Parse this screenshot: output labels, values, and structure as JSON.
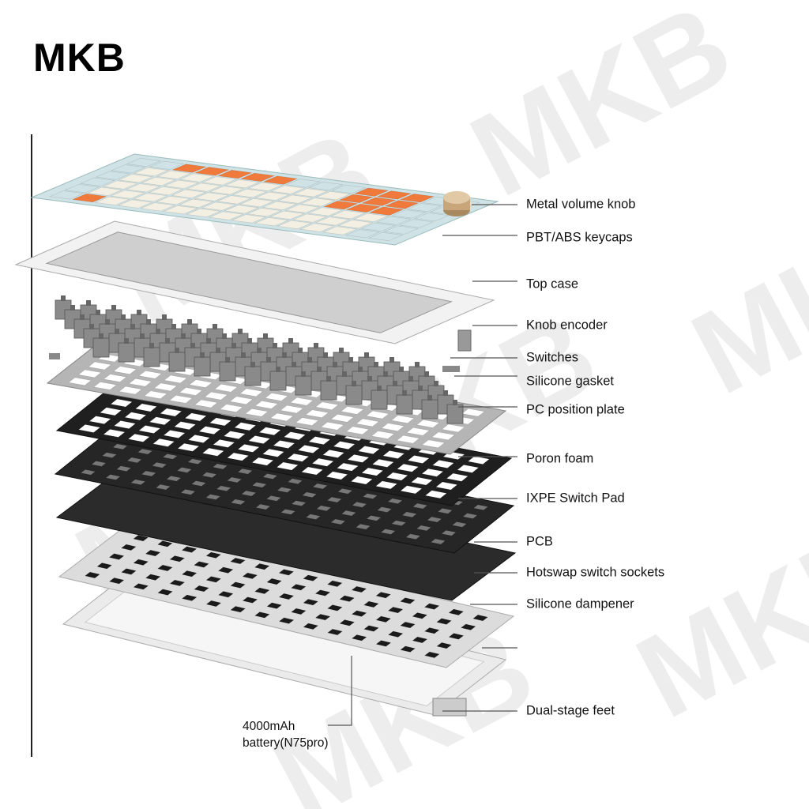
{
  "brand": {
    "logo": "MKB",
    "watermark": "MKB"
  },
  "labels": [
    {
      "id": "metal-volume-knob",
      "text": "Metal volume knob"
    },
    {
      "id": "keycaps",
      "text": "PBT/ABS keycaps"
    },
    {
      "id": "top-case",
      "text": "Top case"
    },
    {
      "id": "knob-encoder",
      "text": "Knob encoder"
    },
    {
      "id": "switches",
      "text": "Switches"
    },
    {
      "id": "silicone-gasket",
      "text": "Silicone gasket"
    },
    {
      "id": "pc-position-plate",
      "text": "PC position plate"
    },
    {
      "id": "poron-foam",
      "text": "Poron foam"
    },
    {
      "id": "ixpe-switch-pad",
      "text": "IXPE Switch Pad"
    },
    {
      "id": "pcb",
      "text": "PCB"
    },
    {
      "id": "hotswap-sockets",
      "text": "Hotswap switch sockets"
    },
    {
      "id": "silicone-dampener",
      "text": "Silicone dampener"
    },
    {
      "id": "dual-stage-feet",
      "text": "Dual-stage feet"
    }
  ],
  "battery": {
    "line1": "4000mAh",
    "line2": "battery(N75pro)"
  },
  "colors": {
    "accent_orange": "#f07a3c",
    "keycap_blue": "#cfe3e6",
    "keycap_cream": "#f3efe2",
    "knob_gold": "#c9a57a"
  }
}
